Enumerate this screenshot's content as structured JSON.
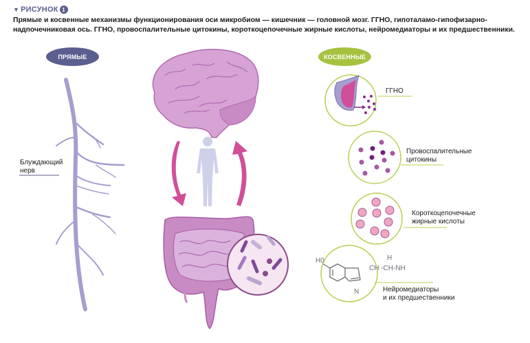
{
  "figure": {
    "marker": "▼",
    "label": "РИСУНОК",
    "number": "1",
    "caption": "Прямые и косвенные механизмы функционирования оси микробиом — кишечник — головной мозг. ГГНО, гипоталамо-гипофизарно-надпочечниковая ось. ГГНО, провоспалительные цитокины, короткоцепочечные жирные кислоты, нейромедиаторы и их предшественники."
  },
  "direct": {
    "badge": "ПРЯМЫЕ",
    "nerve_label_line1": "Блуждающий",
    "nerve_label_line2": "нерв"
  },
  "indirect": {
    "badge": "КОСВЕННЫЕ",
    "items": [
      {
        "line1": "ГГНО",
        "line2": ""
      },
      {
        "line1": "Провоспалительные",
        "line2": "цитокины"
      },
      {
        "line1": "Короткоцепочечные",
        "line2": "жирные кислоты"
      },
      {
        "line1": "Нейромедиаторы",
        "line2": "и их предшественники"
      }
    ],
    "molecule": {
      "ho": "H0",
      "h": "H",
      "chain": "CH -CH-NH",
      "n": "N"
    }
  },
  "colors": {
    "direct": "#5b5e8e",
    "indirect": "#a6c23f",
    "nerve": "#a49fcf",
    "organ": "#c98bc4",
    "arrow": "#d04f98"
  }
}
